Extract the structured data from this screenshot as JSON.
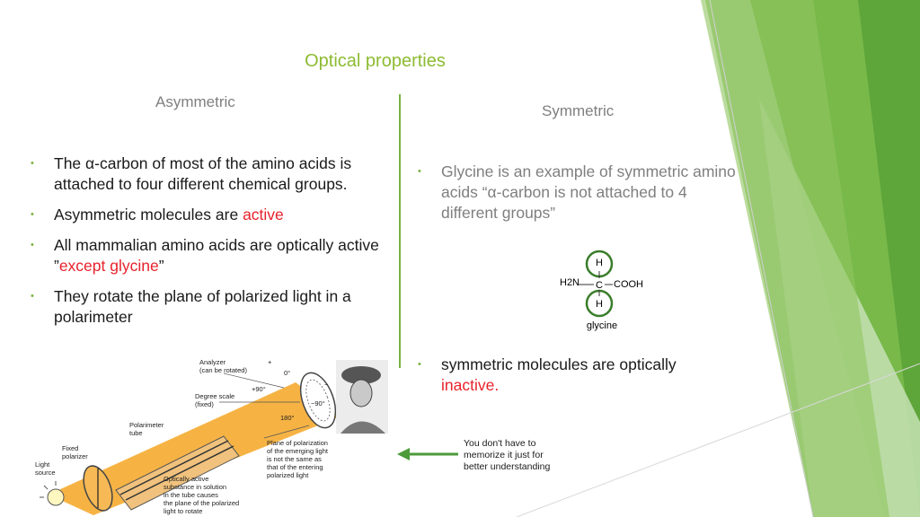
{
  "title": "Optical properties",
  "left": {
    "heading": "Asymmetric",
    "bullets": [
      {
        "text": "The α-carbon of most of the amino acids is attached to four different chemical groups."
      },
      {
        "prefix": "Asymmetric molecules are ",
        "highlight": "active",
        "suffix": ""
      },
      {
        "prefix": "All mammalian amino acids are optically active ”",
        "highlight": "except glycine",
        "suffix": "”"
      },
      {
        "text": "They rotate the plane of polarized light in a polarimeter"
      }
    ]
  },
  "right": {
    "heading": "Symmetric",
    "bullet1": "Glycine is an example of symmetric amino acids “α-carbon  is not attached to 4 different groups”",
    "bullet2_prefix": "symmetric molecules are optically ",
    "bullet2_highlight": "inactive."
  },
  "glycine": {
    "top": "H",
    "left": "H2N",
    "center": "C",
    "right": "COOH",
    "bottom": "H",
    "name": "glycine"
  },
  "polarimeter": {
    "analyzer": "Analyzer",
    "analyzer_sub": "(can be rotated)",
    "deg0": "0°",
    "deg_plus90": "+90°",
    "deg_minus90": "−90°",
    "deg180": "180°",
    "plus": "+",
    "minus": "−",
    "degree_scale": "Degree scale",
    "degree_scale_sub": "(fixed)",
    "tube_1": "Polarimeter",
    "tube_2": "tube",
    "fixed_1": "Fixed",
    "fixed_2": "polarizer",
    "light_1": "Light",
    "light_2": "source",
    "active_1": "Optically active",
    "active_2": "substance in solution",
    "active_3": "in the tube causes",
    "active_4": "the plane of the polarized",
    "active_5": "light to rotate",
    "plane_1": "Plane of polarization",
    "plane_2": "of the emerging light",
    "plane_3": "is not the same as",
    "plane_4": "that of the entering",
    "plane_5": "polarized light"
  },
  "note": {
    "line1": "You don't have to",
    "line2": "memorize it just for",
    "line3": "better understanding"
  },
  "colors": {
    "accent": "#8dbb32",
    "highlight": "#e8222c",
    "arrow": "#4c9a3a"
  }
}
